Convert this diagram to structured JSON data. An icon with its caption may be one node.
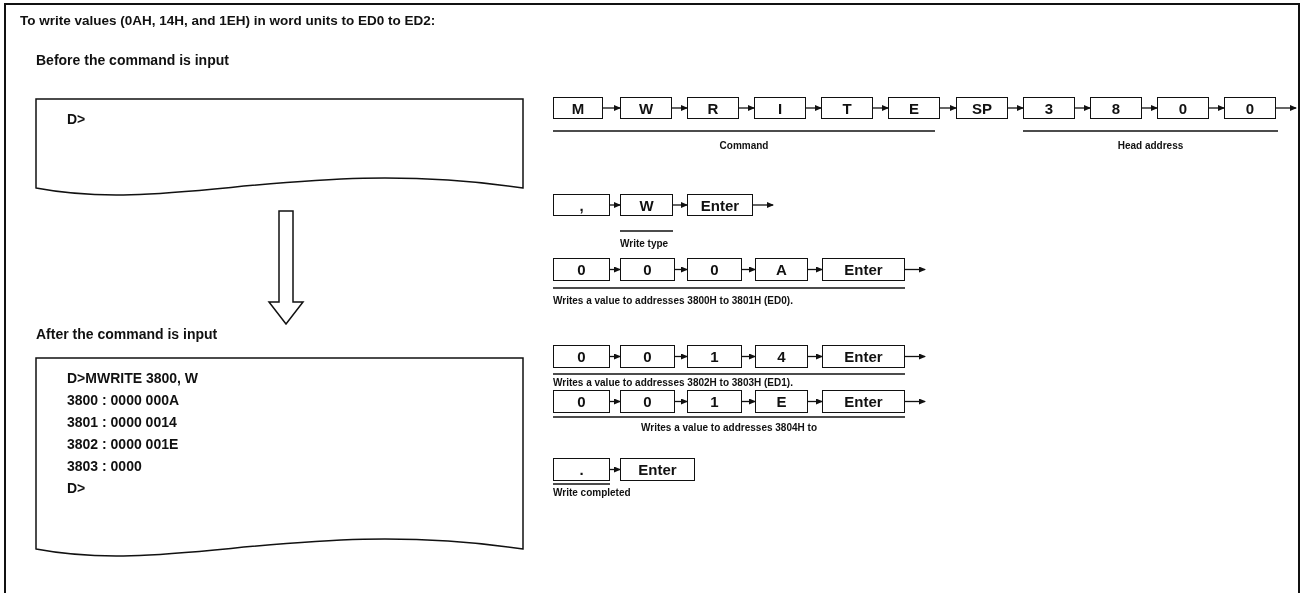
{
  "diagram": {
    "title": "To write values (0AH, 14H, and 1EH) in word units to ED0 to ED2:",
    "nodes": [
      {
        "text": [
          "Before the command is input",
          "D>"
        ]
      },
      {
        "text": [
          "After the command is input",
          "D>MWRITE 3800, W",
          "3800 : 0000 000A",
          "3801 : 0000 0014",
          "3802 : 0000 001E",
          "3803 : 0000",
          "D>"
        ]
      },
      {
        "text": [
          "M"
        ]
      },
      {
        "text": [
          "W"
        ]
      },
      {
        "text": [
          "R"
        ]
      },
      {
        "text": [
          "I"
        ]
      },
      {
        "text": [
          "T"
        ]
      },
      {
        "text": [
          "E"
        ]
      },
      {
        "text": [
          "SP"
        ]
      },
      {
        "text": [
          "3"
        ]
      },
      {
        "text": [
          "8"
        ]
      },
      {
        "text": [
          "0"
        ]
      },
      {
        "text": [
          "0"
        ]
      },
      {
        "text": [
          ","
        ]
      },
      {
        "text": [
          "W"
        ]
      },
      {
        "text": [
          "Enter"
        ]
      },
      {
        "text": [
          "0"
        ]
      },
      {
        "text": [
          "0"
        ]
      },
      {
        "text": [
          "0"
        ]
      },
      {
        "text": [
          "A"
        ]
      },
      {
        "text": [
          "Enter"
        ]
      },
      {
        "text": [
          "0"
        ]
      },
      {
        "text": [
          "0"
        ]
      },
      {
        "text": [
          "1"
        ]
      },
      {
        "text": [
          "4"
        ]
      },
      {
        "text": [
          "Enter"
        ]
      },
      {
        "text": [
          "0"
        ]
      },
      {
        "text": [
          "0"
        ]
      },
      {
        "text": [
          "1"
        ]
      },
      {
        "text": [
          "E"
        ]
      },
      {
        "text": [
          "Enter"
        ]
      },
      {
        "text": [
          "."
        ]
      },
      {
        "text": [
          "Enter"
        ]
      }
    ],
    "edges": [
      {
        "from": 0,
        "to": 1,
        "arrow": "to",
        "style": "thick"
      },
      {
        "from": 2,
        "to": 3,
        "arrow": "to"
      },
      {
        "from": 3,
        "to": 4,
        "arrow": "to"
      },
      {
        "from": 4,
        "to": 5,
        "arrow": "to"
      },
      {
        "from": 5,
        "to": 6,
        "arrow": "to"
      },
      {
        "from": 6,
        "to": 7,
        "arrow": "to"
      },
      {
        "from": 7,
        "to": 8,
        "arrow": "to"
      },
      {
        "from": 8,
        "to": 9,
        "arrow": "to"
      },
      {
        "from": 9,
        "to": 10,
        "arrow": "to"
      },
      {
        "from": 10,
        "to": 11,
        "arrow": "to"
      },
      {
        "from": 11,
        "to": 12,
        "arrow": "to"
      },
      {
        "from": 12,
        "to": null,
        "arrow": "to"
      },
      {
        "from": 13,
        "to": 14,
        "arrow": "to"
      },
      {
        "from": 14,
        "to": 15,
        "arrow": "to"
      },
      {
        "from": 15,
        "to": null,
        "arrow": "to"
      },
      {
        "from": 16,
        "to": 17,
        "arrow": "to"
      },
      {
        "from": 17,
        "to": 18,
        "arrow": "to"
      },
      {
        "from": 18,
        "to": 19,
        "arrow": "to"
      },
      {
        "from": 19,
        "to": 20,
        "arrow": "to"
      },
      {
        "from": 20,
        "to": null,
        "arrow": "to"
      },
      {
        "from": 21,
        "to": 22,
        "arrow": "to"
      },
      {
        "from": 22,
        "to": 23,
        "arrow": "to"
      },
      {
        "from": 23,
        "to": 24,
        "arrow": "to"
      },
      {
        "from": 24,
        "to": 25,
        "arrow": "to"
      },
      {
        "from": 25,
        "to": null,
        "arrow": "to"
      },
      {
        "from": 26,
        "to": 27,
        "arrow": "to"
      },
      {
        "from": 27,
        "to": 28,
        "arrow": "to"
      },
      {
        "from": 28,
        "to": 29,
        "arrow": "to"
      },
      {
        "from": 29,
        "to": 30,
        "arrow": "to"
      },
      {
        "from": 30,
        "to": null,
        "arrow": "to"
      },
      {
        "from": 31,
        "to": 32,
        "arrow": "to"
      }
    ],
    "labels": [
      "Command",
      "Head address",
      "Write type",
      "Writes a value to addresses 3800H to 3801H (ED0).",
      "Writes a value to addresses 3802H to 3803H (ED1).",
      "Writes a value to addresses 3804H to",
      "Write completed"
    ]
  }
}
